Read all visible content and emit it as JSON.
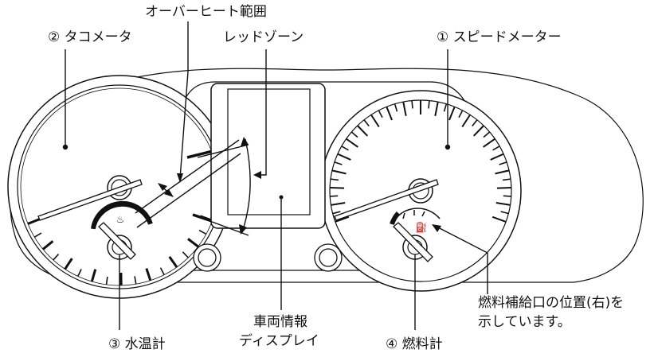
{
  "labels": {
    "overheat": "オーバーヒート範囲",
    "tachometer": "② タコメータ",
    "redzone": "レッドゾーン",
    "speedometer": "① スピードメーター",
    "fuel_filler_line1": "燃料補給口の位置(右)を",
    "fuel_filler_line2": "示しています。",
    "vehicle_info_line1": "車両情報",
    "vehicle_info_line2": "ディスプレイ",
    "water_temp": "③ 水温計",
    "fuel_gauge": "④ 燃料計"
  },
  "colors": {
    "line": "#111111",
    "background": "#ffffff"
  }
}
